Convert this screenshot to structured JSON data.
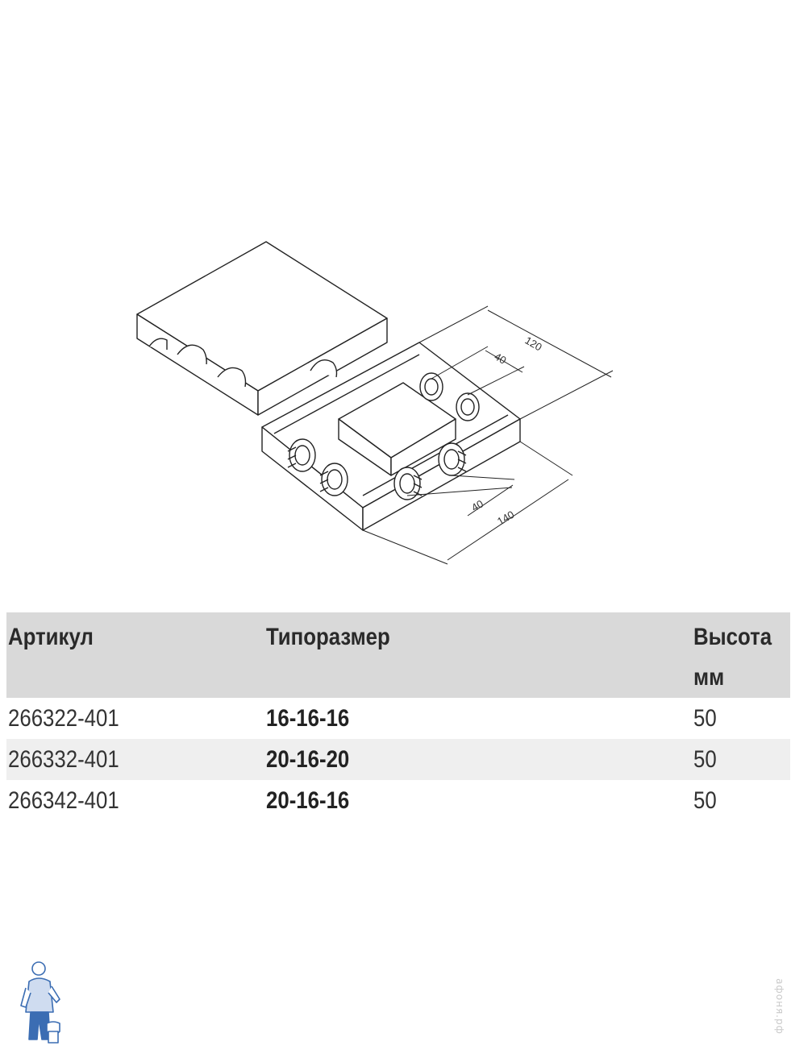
{
  "drawing": {
    "dimensions": {
      "overall_length": "120",
      "port_spacing_top": "40",
      "port_spacing_bottom": "40",
      "overall_width": "140"
    }
  },
  "table": {
    "headers": {
      "article": "Артикул",
      "size": "Типоразмер",
      "height_line1": "Высота",
      "height_line2": "мм"
    },
    "rows": [
      {
        "article": "266322-401",
        "size": "16-16-16",
        "height": "50"
      },
      {
        "article": "266332-401",
        "size": "20-16-20",
        "height": "50"
      },
      {
        "article": "266342-401",
        "size": "20-16-16",
        "height": "50"
      }
    ]
  },
  "watermark": {
    "text": "афоня.рф"
  },
  "colors": {
    "header_bg": "#d9d9d9",
    "alt_row_bg": "#efefef",
    "mascot_blue": "#3b6db3"
  }
}
